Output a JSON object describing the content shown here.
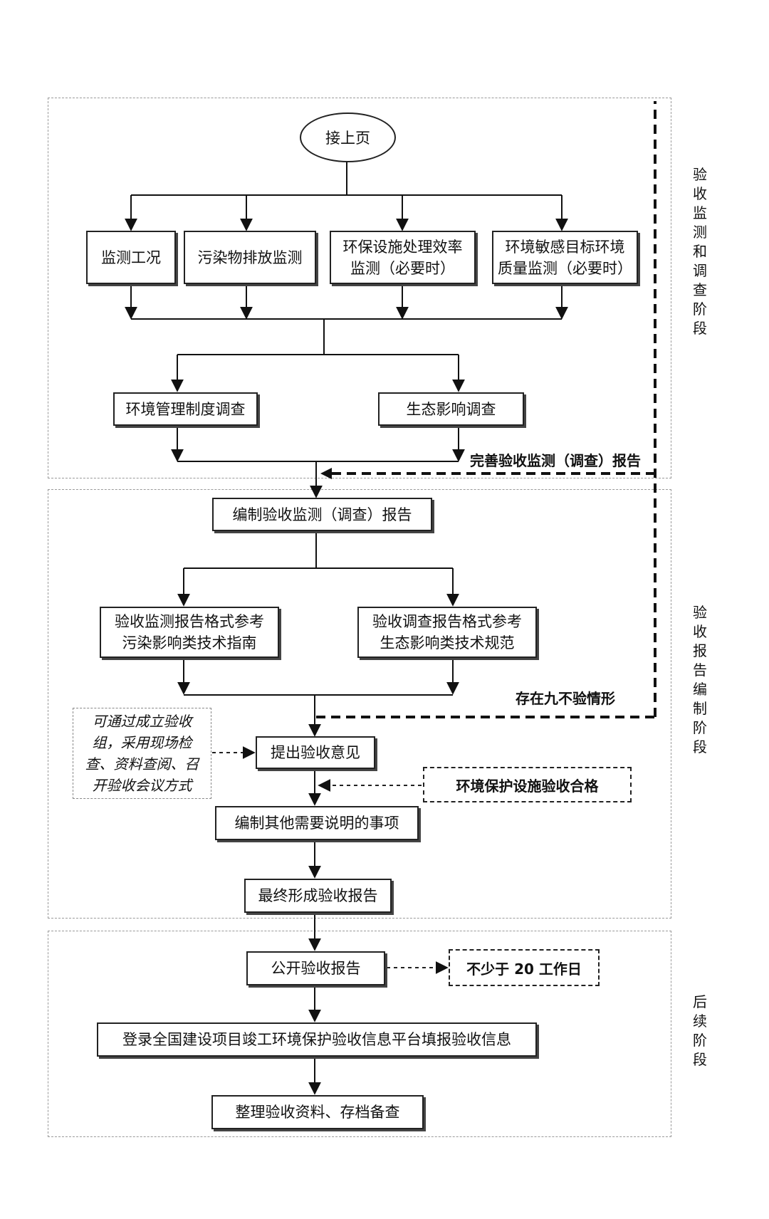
{
  "stages": {
    "monitoring": "验收监测和调查阶段",
    "report": "验收报告编制阶段",
    "followup": "后续阶段"
  },
  "nodes": {
    "start": "接上页",
    "m1": "监测工况",
    "m2": "污染物排放监测",
    "m3": "环保设施处理效率\n监测（必要时）",
    "m4": "环境敏感目标环境\n质量监测（必要时）",
    "s1": "环境管理制度调查",
    "s2": "生态影响调查",
    "compile": "编制验收监测（调查）报告",
    "fmt1": "验收监测报告格式参考\n污染影响类技术指南",
    "fmt2": "验收调查报告格式参考\n生态影响类技术规范",
    "opinion": "提出验收意见",
    "other": "编制其他需要说明的事项",
    "final": "最终形成验收报告",
    "publish": "公开验收报告",
    "register": "登录全国建设项目竣工环境保护验收信息平台填报验收信息",
    "archive": "整理验收资料、存档备查"
  },
  "annotations": {
    "improve": "完善验收监测（调查）报告",
    "nine": "存在九不验情形",
    "qualified": "环境保护设施验收合格",
    "days": "不少于 20 工作日",
    "method": "可通过成立验收\n组，采用现场检\n查、资料查阅、召\n开验收会议方式"
  }
}
